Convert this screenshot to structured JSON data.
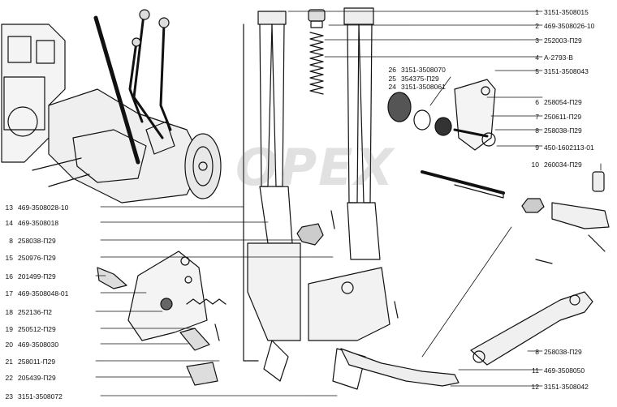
{
  "watermark_text": "OPEX",
  "right_labels": [
    {
      "num": "1",
      "code": "3151-3508015"
    },
    {
      "num": "2",
      "code": "469-3508026-10"
    },
    {
      "num": "3",
      "code": "252003-П29"
    },
    {
      "num": "4",
      "code": "А-2793-В"
    },
    {
      "num": "5",
      "code": "3151-3508043"
    },
    {
      "num": "6",
      "code": "258054-П29"
    },
    {
      "num": "7",
      "code": "250611-П29"
    },
    {
      "num": "8",
      "code": "258038-П29"
    },
    {
      "num": "9",
      "code": "450-1602113-01"
    },
    {
      "num": "10",
      "code": "260034-П29"
    }
  ],
  "mid_labels": [
    {
      "num": "26",
      "code": "3151-3508070"
    },
    {
      "num": "25",
      "code": "354375-П29"
    },
    {
      "num": "24",
      "code": "3151-3508061"
    }
  ],
  "left_labels": [
    {
      "num": "13",
      "code": "469-3508028-10"
    },
    {
      "num": "14",
      "code": "469-3508018"
    },
    {
      "num": "8",
      "code": "258038-П29"
    },
    {
      "num": "15",
      "code": "250976-П29"
    },
    {
      "num": "16",
      "code": "201499-П29"
    },
    {
      "num": "17",
      "code": "469-3508048-01"
    },
    {
      "num": "18",
      "code": "252136-П2"
    },
    {
      "num": "19",
      "code": "250512-П29"
    },
    {
      "num": "20",
      "code": "469-3508030"
    },
    {
      "num": "21",
      "code": "258011-П29"
    },
    {
      "num": "22",
      "code": "205439-П29"
    },
    {
      "num": "23",
      "code": "3151-3508072"
    }
  ],
  "bottom_right_labels": [
    {
      "num": "8",
      "code": "258038-П29"
    },
    {
      "num": "11",
      "code": "469-3508050"
    },
    {
      "num": "12",
      "code": "3151-3508042"
    }
  ]
}
